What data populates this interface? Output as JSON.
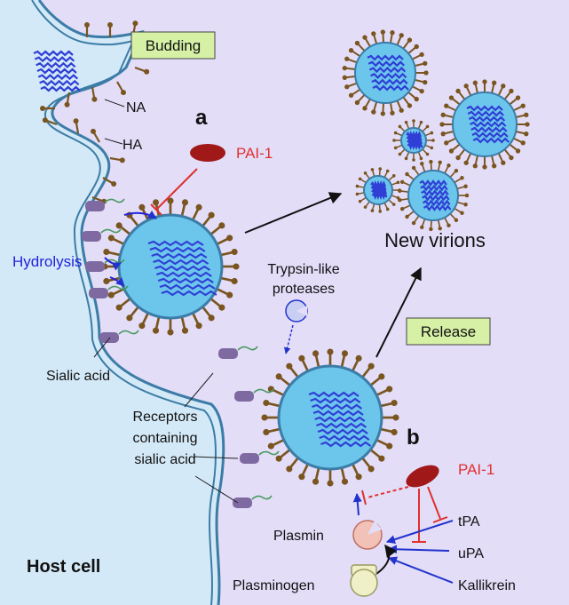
{
  "labels": {
    "budding": "Budding",
    "na": "NA",
    "ha": "HA",
    "panel_a": "a",
    "pai1_a": "PAI-1",
    "hydrolysis": "Hydrolysis",
    "sialic_acid": "Sialic acid",
    "receptors_line1": "Receptors",
    "receptors_line2": "containing",
    "receptors_line3": "sialic acid",
    "new_virions": "New virions",
    "trypsin_line1": "Trypsin-like",
    "trypsin_line2": "proteases",
    "release": "Release",
    "panel_b": "b",
    "pai1_b": "PAI-1",
    "tpa": "tPA",
    "upa": "uPA",
    "kallikrein": "Kallikrein",
    "plasmin": "Plasmin",
    "plasminogen": "Plasminogen",
    "host_cell": "Host cell"
  },
  "colors": {
    "cell_fill": "#d4e9f7",
    "extracellular_fill": "#e3ddf8",
    "membrane": "#3c7ca6",
    "virus_core": "#6cc6ec",
    "spike": "#7a5520",
    "rna": "#2f3fd6",
    "receptor": "#7e6aa0",
    "label_box": "#d6f0a6",
    "pai1": "#a01818",
    "inhibitor_red": "#e03030",
    "arrow_blue": "#2233cc",
    "hydrolysis_blue": "#2222dd",
    "plasmin_pink": "#f2c2b8",
    "plasminogen": "#f0f0c8"
  }
}
